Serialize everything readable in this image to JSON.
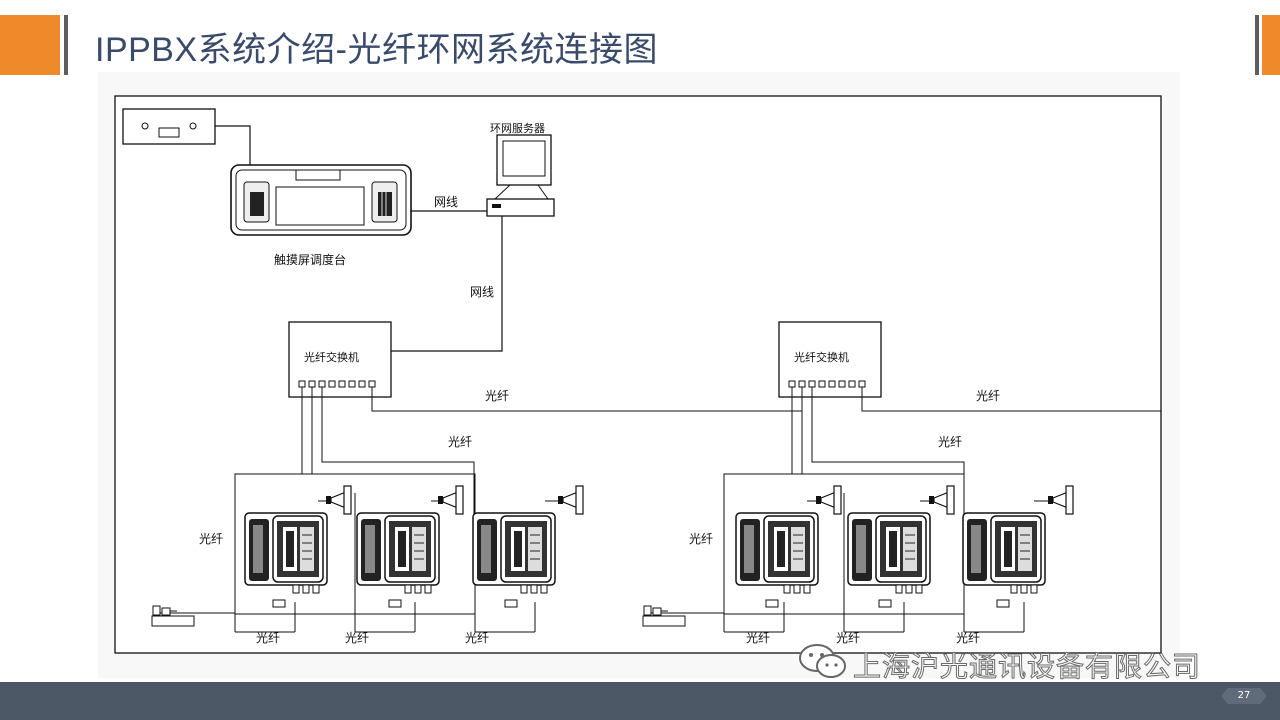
{
  "slide": {
    "title": "IPPBX系统介绍-光纤环网系统连接图",
    "page_number": "27",
    "watermark": "上海沪光通讯设备有限公司"
  },
  "diagram": {
    "console_label": "触摸屏调度台",
    "server_label": "环网服务器",
    "cable_label": "网线",
    "switch_label": "光纤交换机",
    "fiber_label": "光纤"
  },
  "colors": {
    "accent_orange": "#ef8a2a",
    "title_blue": "#3a4a6b",
    "footer_gray": "#4d5866"
  },
  "icons": [
    "wechat-icon",
    "speaker-icon",
    "telephone-icon",
    "monitor-icon",
    "switch-icon"
  ]
}
